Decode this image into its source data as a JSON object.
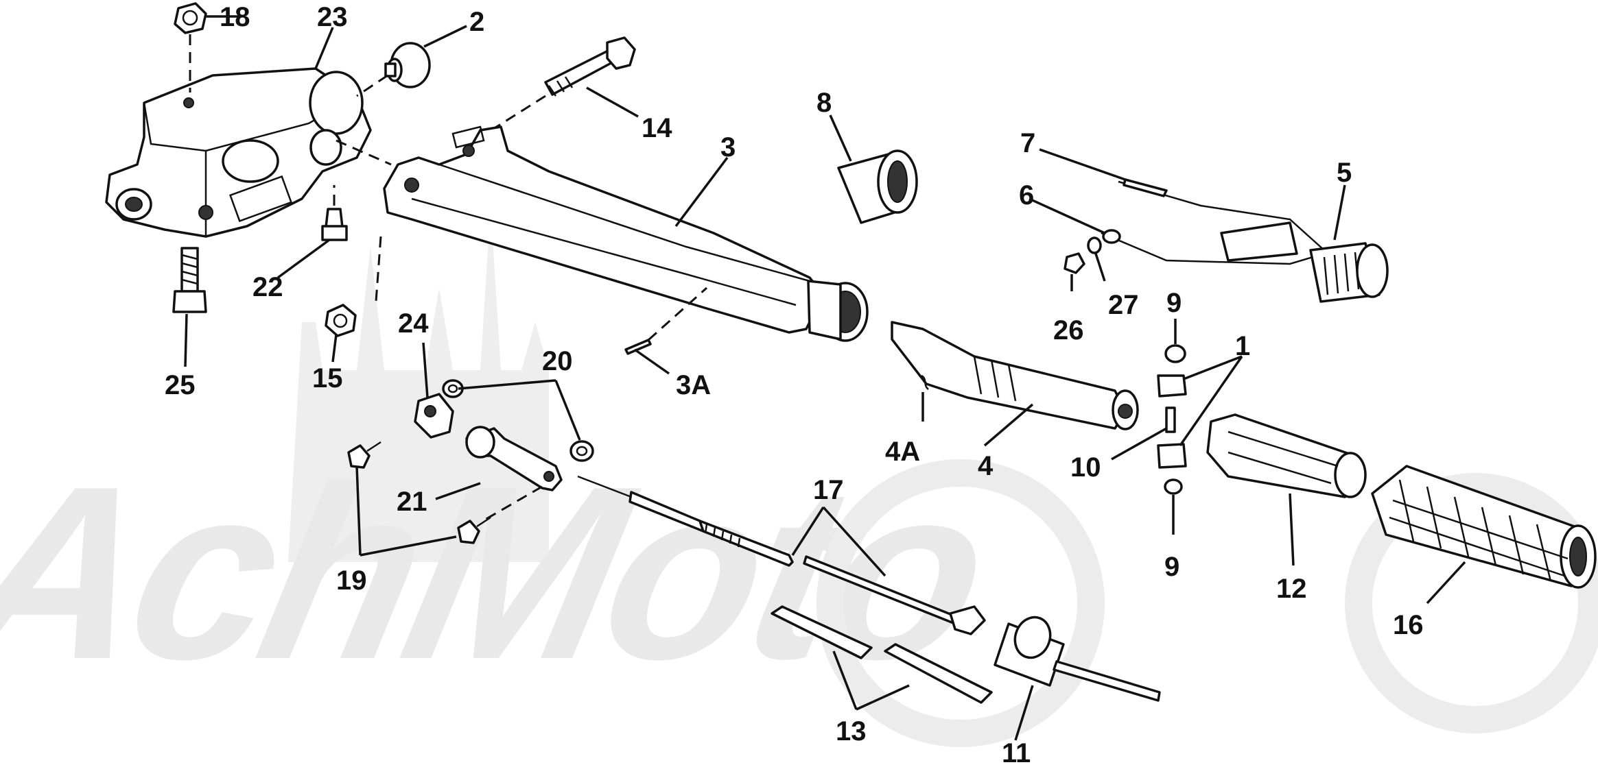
{
  "labels": {
    "p1": "1",
    "p2": "2",
    "p3": "3",
    "p3a": "3A",
    "p4": "4",
    "p4a": "4A",
    "p5": "5",
    "p6": "6",
    "p7": "7",
    "p8": "8",
    "p9a": "9",
    "p9b": "9",
    "p10": "10",
    "p11": "11",
    "p12": "12",
    "p13": "13",
    "p14": "14",
    "p15": "15",
    "p16": "16",
    "p17": "17",
    "p18": "18",
    "p19": "19",
    "p20": "20",
    "p21": "21",
    "p22": "22",
    "p23": "23",
    "p24": "24",
    "p25": "25",
    "p26": "26",
    "p27": "27"
  },
  "watermark": {
    "text": "AchMoto",
    "color": "#e6e6e6"
  },
  "colors": {
    "line": "#111111",
    "background": "#ffffff"
  }
}
